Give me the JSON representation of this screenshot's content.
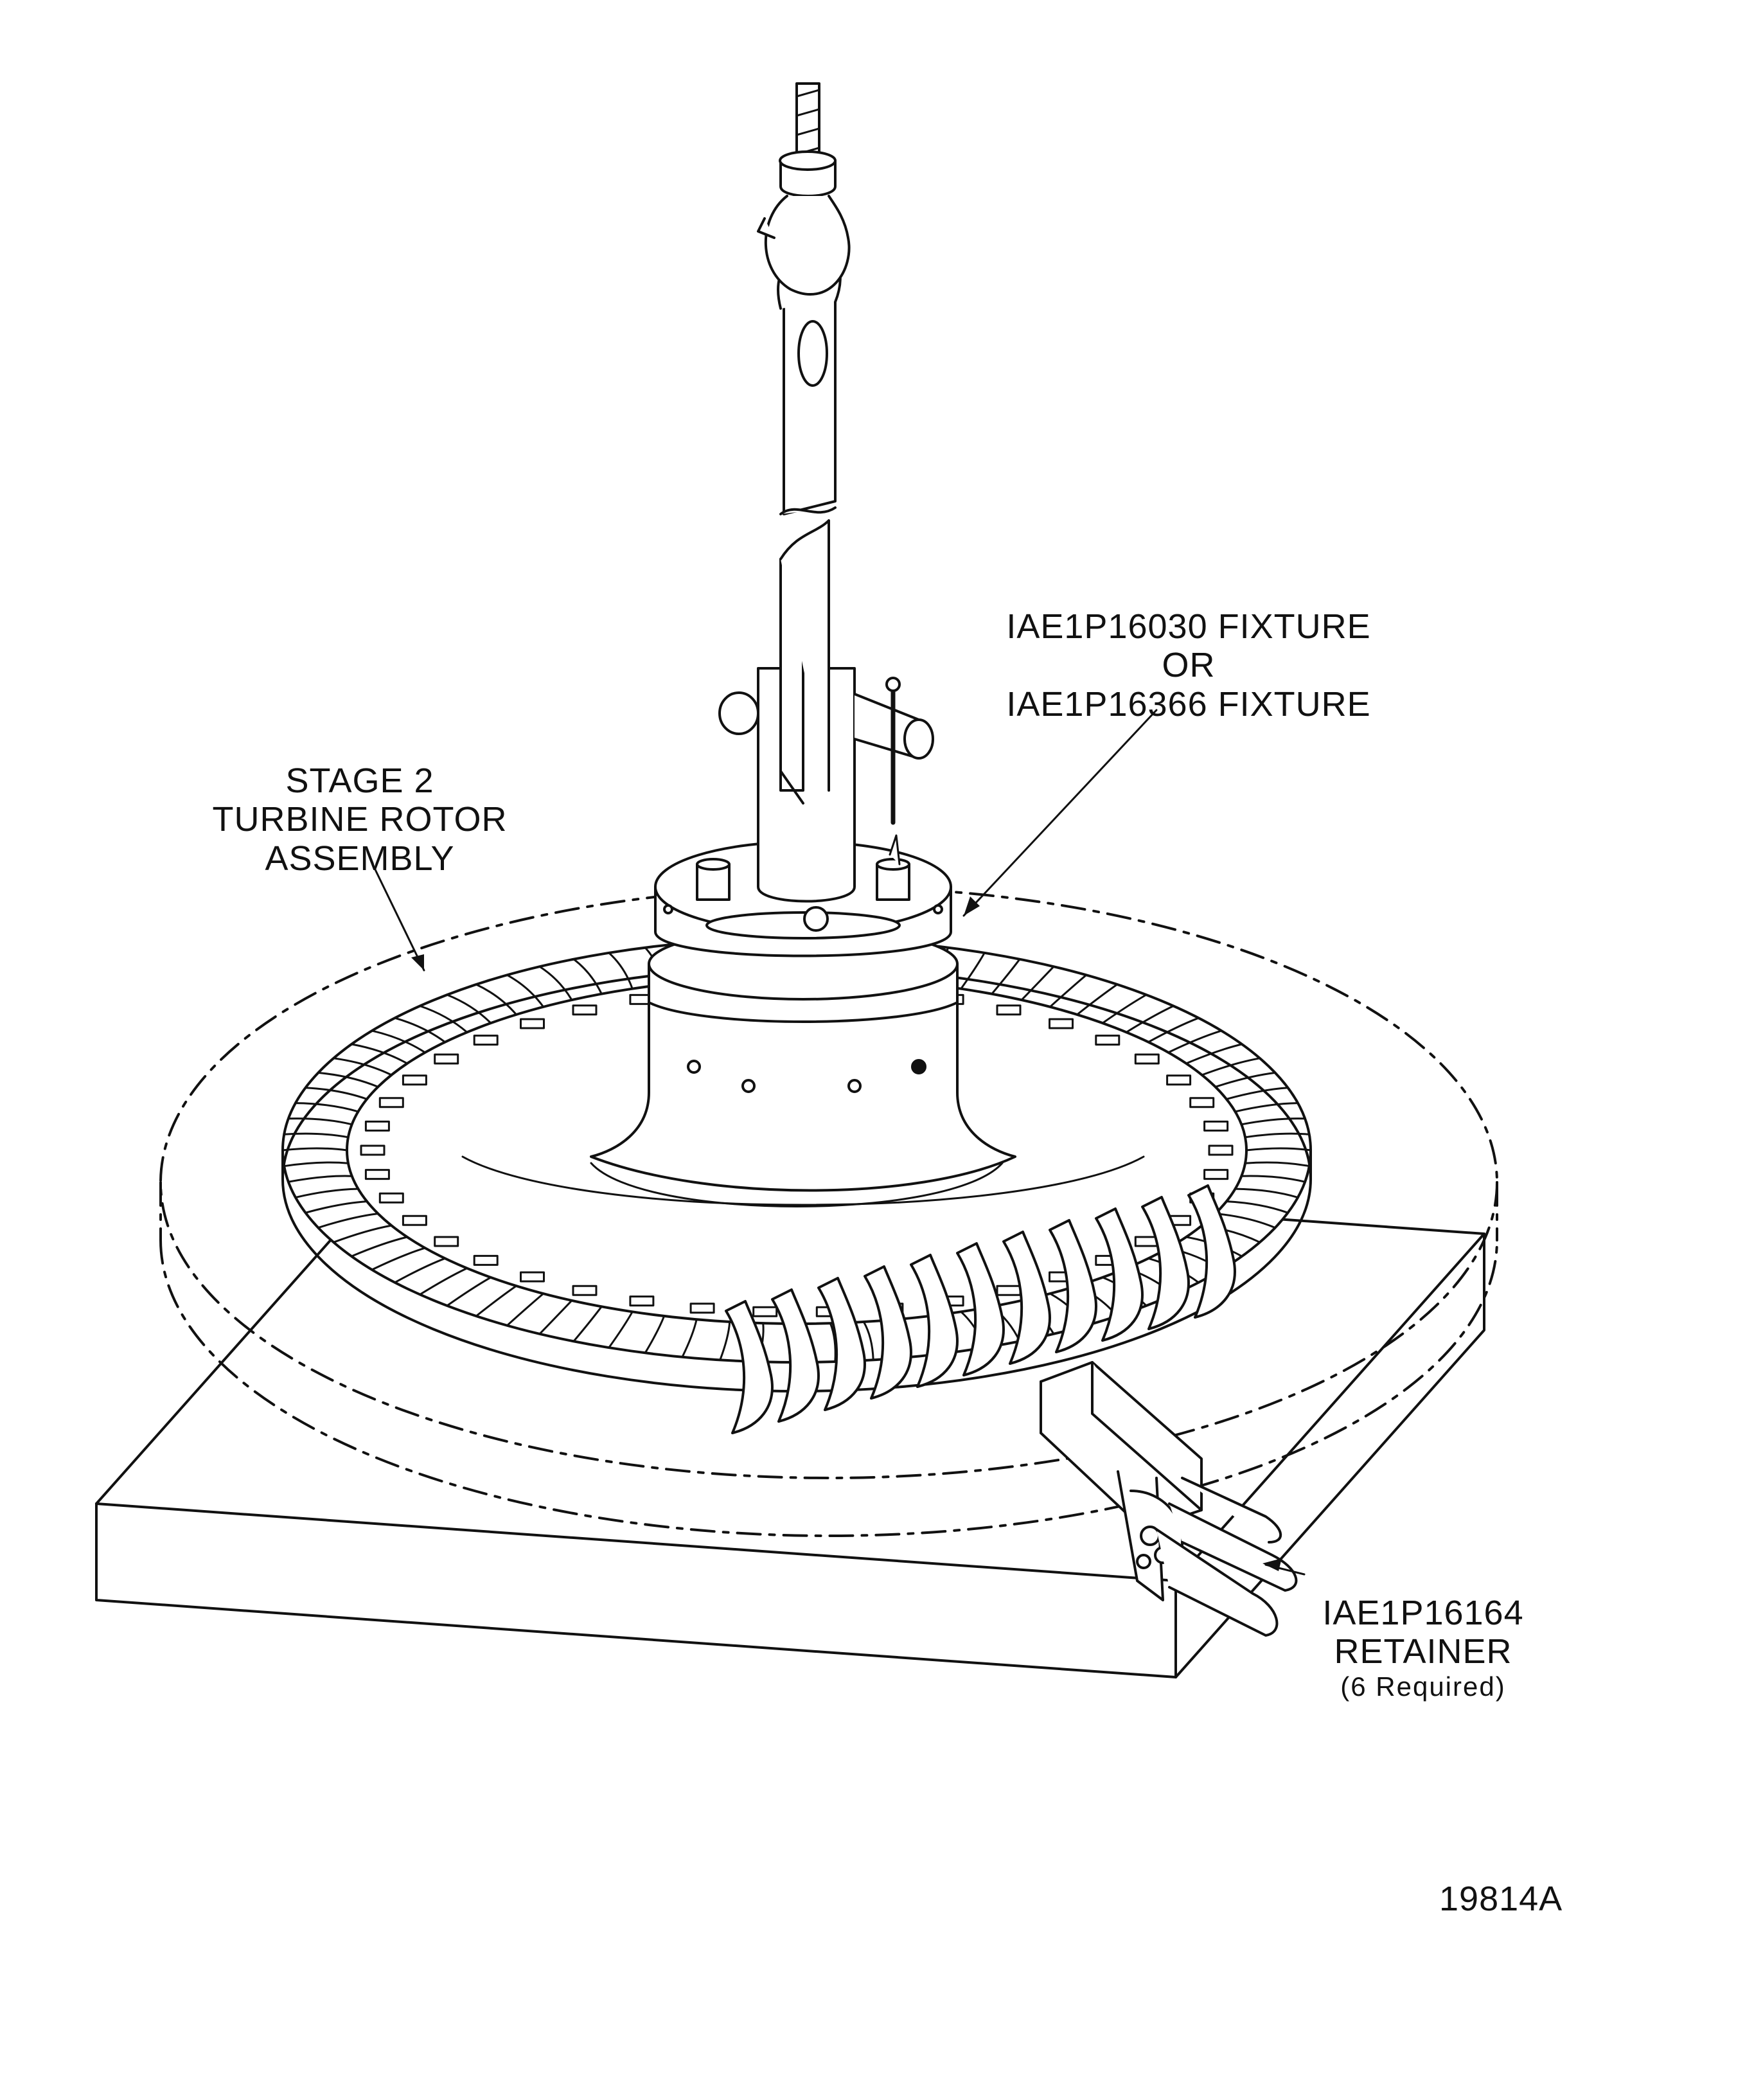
{
  "labels": {
    "fixture": [
      "IAE1P16030 FIXTURE",
      "OR",
      "IAE1P16366 FIXTURE"
    ],
    "rotor": [
      "STAGE 2",
      "TURBINE ROTOR",
      "ASSEMBLY"
    ],
    "retainer": [
      "IAE1P16164",
      "RETAINER"
    ],
    "retainer_note": "(6 Required)",
    "figure_number": "19814A"
  },
  "colors": {
    "line": "#111111",
    "background": "#ffffff"
  }
}
